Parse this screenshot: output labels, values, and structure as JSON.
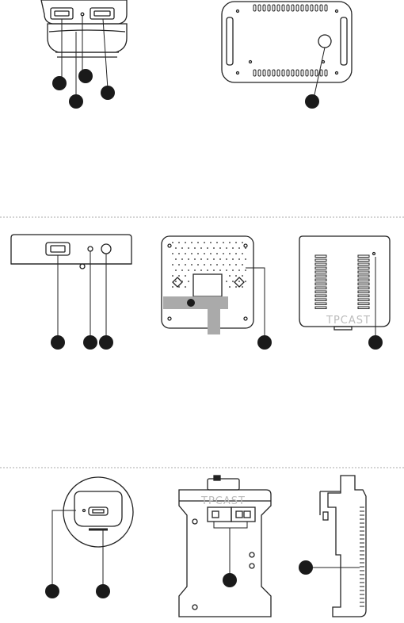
{
  "brand_text": "TPCAST",
  "colors": {
    "line": "#222222",
    "dot": "#1a1a1a",
    "separator": "#aaaaaa",
    "brand": "#bbbbbb",
    "mask": "#aaaaaa"
  },
  "sections": [
    {
      "name": "device-section-1",
      "callouts": 4
    },
    {
      "name": "device-section-2",
      "callouts": 5
    },
    {
      "name": "device-section-3",
      "callouts": 4
    }
  ]
}
